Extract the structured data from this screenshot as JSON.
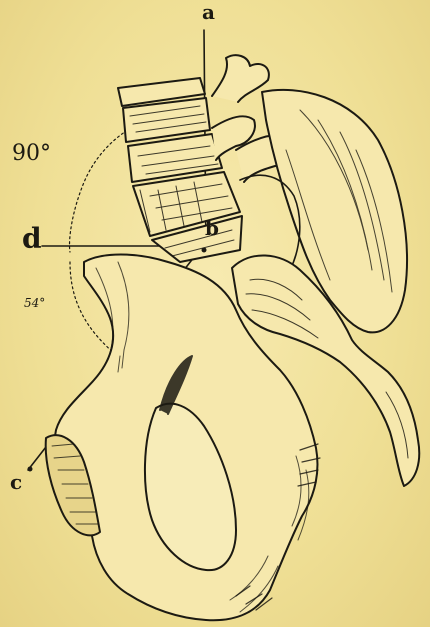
{
  "labels": {
    "a": "a",
    "b": "b",
    "c": "c",
    "d": "d",
    "angle_90": "90°",
    "angle_54": "54°"
  },
  "colors": {
    "paper": "#f3e5a0",
    "ink": "#1c1a12"
  }
}
